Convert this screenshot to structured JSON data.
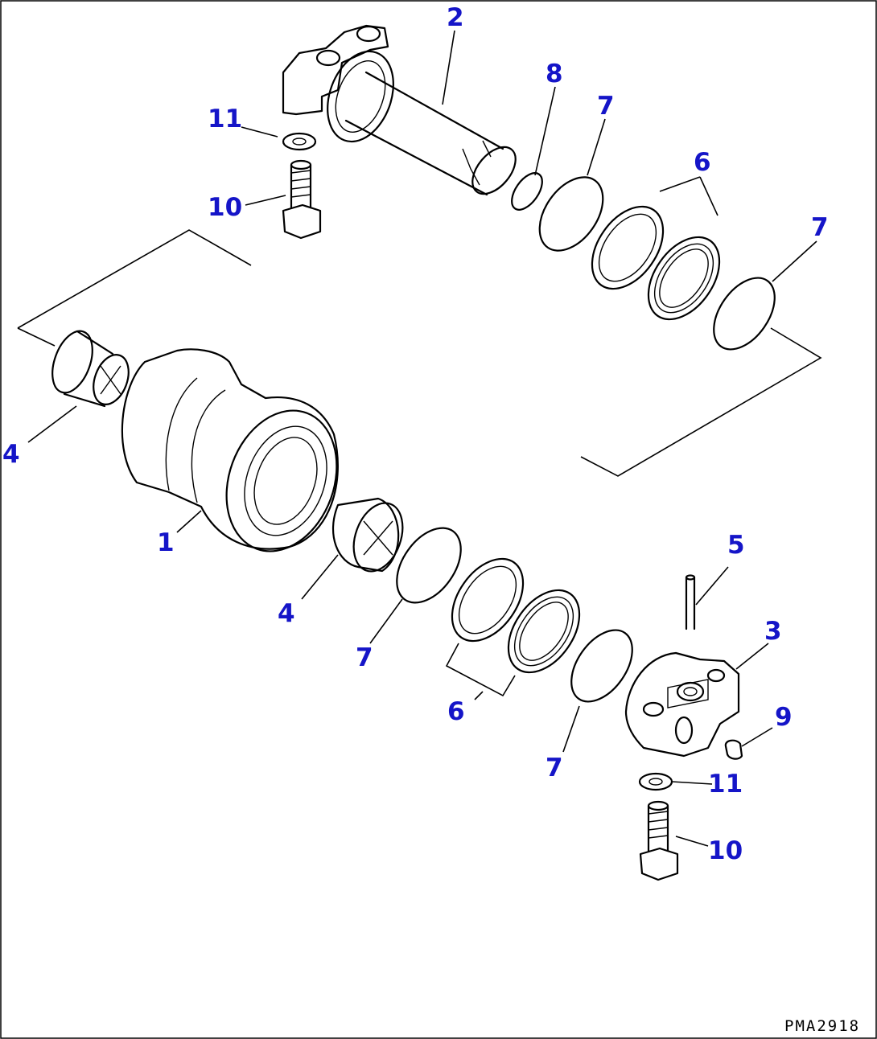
{
  "drawing_number": "PMA2918",
  "callouts": {
    "c1": "1",
    "c2": "2",
    "c3": "3",
    "c4a": "4",
    "c4b": "4",
    "c5": "5",
    "c6a": "6",
    "c6b": "6",
    "c7a": "7",
    "c7b": "7",
    "c7c": "7",
    "c7d": "7",
    "c8": "8",
    "c9": "9",
    "c10a": "10",
    "c10b": "10",
    "c11a": "11",
    "c11b": "11"
  },
  "colors": {
    "callout": "#1515c8",
    "line": "#000000",
    "background": "#ffffff"
  }
}
